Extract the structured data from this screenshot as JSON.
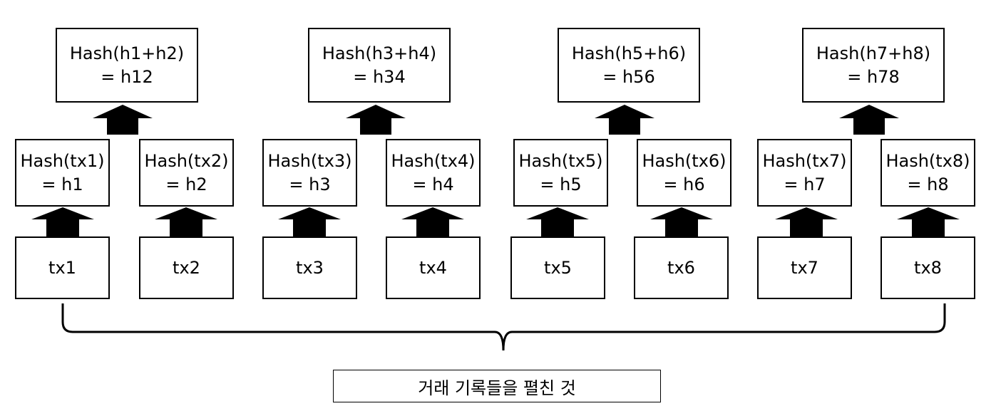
{
  "pair_hashes": [
    {
      "label": "Hash(h1+h2)\n= h12"
    },
    {
      "label": "Hash(h3+h4)\n= h34"
    },
    {
      "label": "Hash(h5+h6)\n= h56"
    },
    {
      "label": "Hash(h7+h8)\n= h78"
    }
  ],
  "leaf_hashes": [
    {
      "label": "Hash(tx1)\n= h1"
    },
    {
      "label": "Hash(tx2)\n= h2"
    },
    {
      "label": "Hash(tx3)\n= h3"
    },
    {
      "label": "Hash(tx4)\n= h4"
    },
    {
      "label": "Hash(tx5)\n= h5"
    },
    {
      "label": "Hash(tx6)\n= h6"
    },
    {
      "label": "Hash(tx7)\n= h7"
    },
    {
      "label": "Hash(tx8)\n= h8"
    }
  ],
  "transactions": [
    {
      "label": "tx1"
    },
    {
      "label": "tx2"
    },
    {
      "label": "tx3"
    },
    {
      "label": "tx4"
    },
    {
      "label": "tx5"
    },
    {
      "label": "tx6"
    },
    {
      "label": "tx7"
    },
    {
      "label": "tx8"
    }
  ],
  "caption": "거래 기록들을 펼친 것"
}
